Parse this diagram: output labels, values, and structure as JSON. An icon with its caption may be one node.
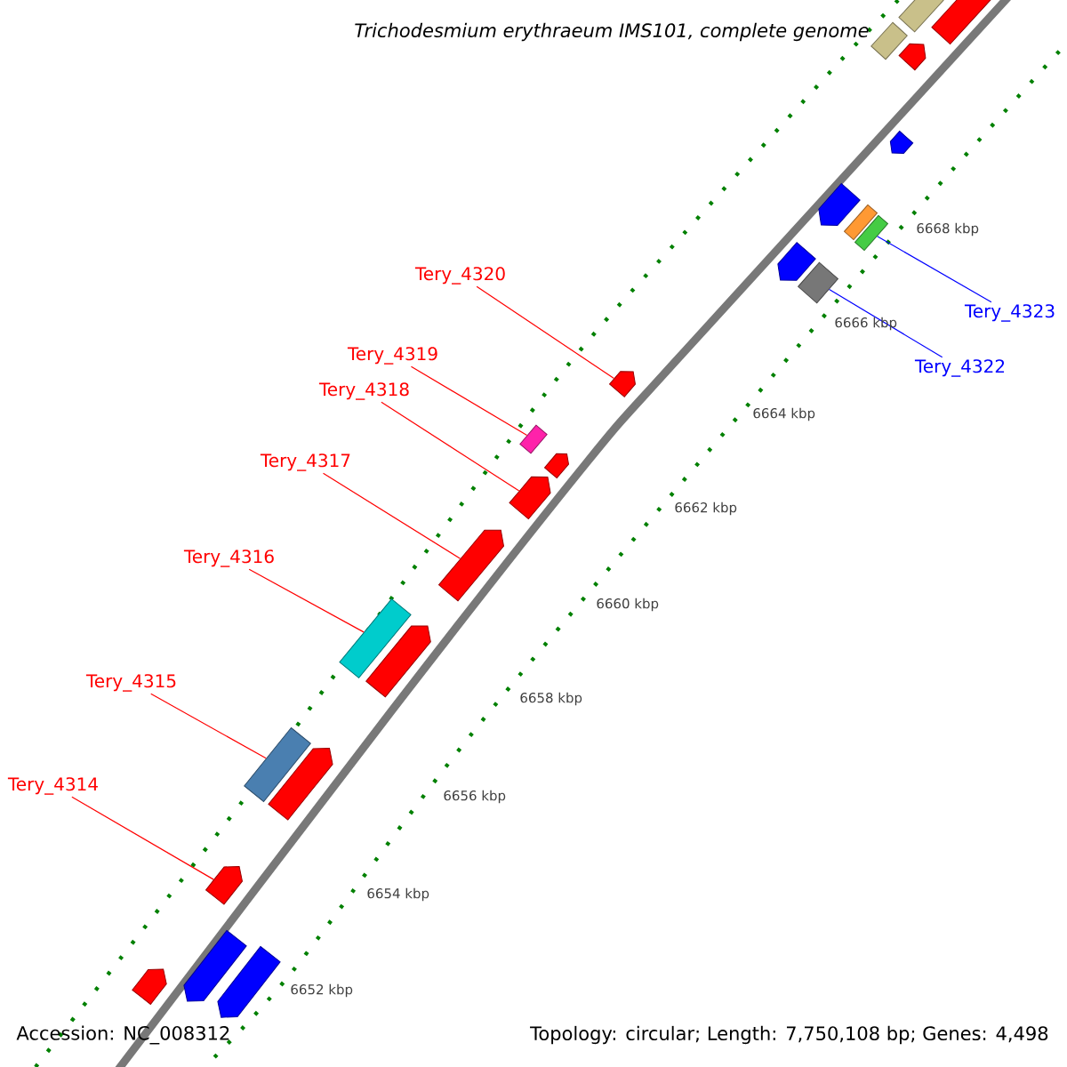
{
  "diagram": {
    "title": "Trichodesmium erythraeum IMS101, complete genome",
    "nodes": [
      {
        "text": [
          "Tery_4320"
        ]
      },
      {
        "text": [
          "Tery_4323"
        ]
      },
      {
        "text": [
          "Tery_4319"
        ]
      },
      {
        "text": [
          "Tery_4322"
        ]
      },
      {
        "text": [
          "Tery_4318"
        ]
      },
      {
        "text": [
          "Tery_4317"
        ]
      },
      {
        "text": [
          "Tery_4316"
        ]
      },
      {
        "text": [
          "Tery_4315"
        ]
      },
      {
        "text": [
          "Tery_4314"
        ]
      },
      {
        "text": [],
        "shape": "box"
      },
      {
        "text": [],
        "shape": "pentagon"
      },
      {
        "text": [],
        "shape": "box"
      },
      {
        "text": [],
        "shape": "pentagon"
      },
      {
        "text": [],
        "shape": "pentagon"
      },
      {
        "text": [],
        "shape": "pentagon"
      },
      {
        "text": [],
        "shape": "box"
      },
      {
        "text": [],
        "shape": "box"
      },
      {
        "text": [],
        "shape": "pentagon"
      },
      {
        "text": [],
        "shape": "box"
      },
      {
        "text": [],
        "shape": "pentagon"
      },
      {
        "text": [],
        "shape": "box"
      },
      {
        "text": [],
        "shape": "pentagon"
      },
      {
        "text": [],
        "shape": "pentagon"
      },
      {
        "text": [],
        "shape": "pentagon"
      },
      {
        "text": [],
        "shape": "box"
      },
      {
        "text": [],
        "shape": "pentagon"
      },
      {
        "text": [],
        "shape": "box"
      },
      {
        "text": [],
        "shape": "pentagon"
      },
      {
        "text": [],
        "shape": "pentagon"
      },
      {
        "text": [],
        "shape": "pentagon"
      },
      {
        "text": [],
        "shape": "pentagon"
      },
      {
        "text": [],
        "shape": "pentagon"
      }
    ],
    "edges": [
      {
        "from": 0,
        "to": 19,
        "arrow": "none"
      },
      {
        "from": 1,
        "to": 16,
        "arrow": "none",
        "color": "#0000ff"
      },
      {
        "from": 2,
        "to": 20,
        "arrow": "none"
      },
      {
        "from": 3,
        "to": 18,
        "arrow": "none",
        "color": "#0000ff"
      },
      {
        "from": 4,
        "to": 22,
        "arrow": "none"
      },
      {
        "from": 5,
        "to": 23,
        "arrow": "none"
      },
      {
        "from": 6,
        "to": 24,
        "arrow": "none"
      },
      {
        "from": 7,
        "to": 26,
        "arrow": "none"
      },
      {
        "from": 8,
        "to": 28,
        "arrow": "none"
      }
    ],
    "labels": [
      "6668 kbp",
      "6666 kbp",
      "6664 kbp",
      "6662 kbp",
      "6660 kbp",
      "6658 kbp",
      "6656 kbp",
      "6654 kbp",
      "6652 kbp",
      "Accession: NC_008312",
      "Topology: circular; Length: 7,750,108 bp; Genes: 4,498"
    ]
  }
}
